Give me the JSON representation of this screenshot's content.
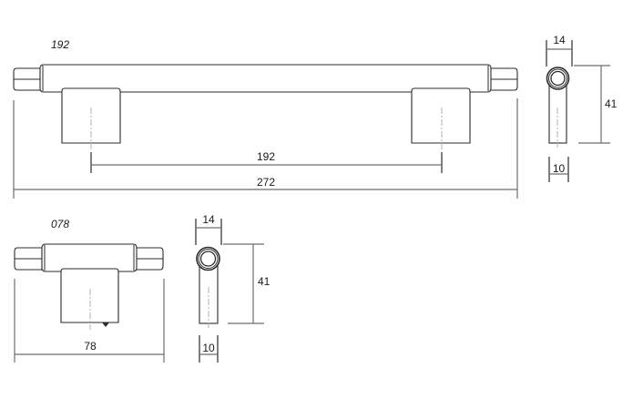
{
  "drawing_1": {
    "model_label": "192",
    "front_view": {
      "hole_spacing_label": "192",
      "overall_length_label": "272"
    },
    "side_view": {
      "diameter_label": "14",
      "height_label": "41",
      "foot_width_label": "10"
    }
  },
  "drawing_2": {
    "model_label": "078",
    "front_view": {
      "overall_length_label": "78"
    },
    "side_view": {
      "diameter_label": "14",
      "height_label": "41",
      "foot_width_label": "10"
    }
  },
  "colors": {
    "outline": "#2b2b2b",
    "dimension_line": "#6e6e6e",
    "centerline": "#b0b0b0",
    "background": "#ffffff"
  }
}
